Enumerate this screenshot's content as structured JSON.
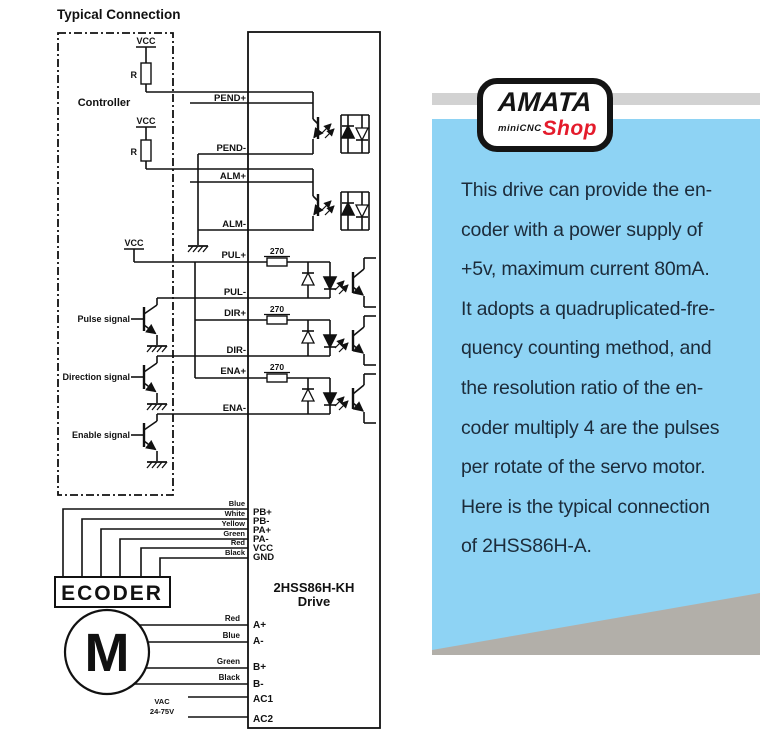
{
  "title": "Typical Connection",
  "controller": {
    "label": "Controller",
    "vcc": "VCC",
    "resistor": "R"
  },
  "signals": {
    "pulse": "Pulse signal",
    "direction": "Direction signal",
    "enable": "Enable signal"
  },
  "drive": {
    "name_line1": "2HSS86H-KH",
    "name_line2": "Drive",
    "io_terminals": [
      "PEND+",
      "PEND-",
      "ALM+",
      "ALM-",
      "PUL+",
      "PUL-",
      "DIR+",
      "DIR-",
      "ENA+",
      "ENA-"
    ],
    "resistor_value": "270",
    "encoder_terminals": [
      "PB+",
      "PB-",
      "PA+",
      "PA-",
      "VCC",
      "GND"
    ],
    "motor_terminals": [
      "A+",
      "A-",
      "B+",
      "B-",
      "AC1",
      "AC2"
    ]
  },
  "encoder": {
    "label": "ECODER",
    "wire_colors": [
      "Blue",
      "White",
      "Yellow",
      "Green",
      "Red",
      "Black"
    ]
  },
  "motor": {
    "label": "M",
    "wire_colors": [
      "Red",
      "Blue",
      "Green",
      "Black"
    ],
    "vac_line1": "VAC",
    "vac_line2": "24-75V"
  },
  "logo": {
    "brand": "AMATA",
    "sub": "miniCNC",
    "shop": "Shop"
  },
  "info": {
    "lines": [
      "This drive can provide the en-",
      "coder with a power supply of",
      "+5v, maximum current 80mA.",
      "It adopts a quadruplicated-fre-",
      "quency counting method, and",
      "the resolution ratio of the en-",
      "coder multiply 4 are the pulses",
      "per rotate of the servo motor.",
      "Here is the typical connection",
      "of 2HSS86H-A."
    ]
  },
  "colors": {
    "panel_blue": "#8ed3f4",
    "bar_gray": "#d2d2d2",
    "wedge_gray": "#b2afa9",
    "shop_red": "#e41b2b",
    "info_text": "#1c2b3a",
    "ink": "#111111"
  }
}
